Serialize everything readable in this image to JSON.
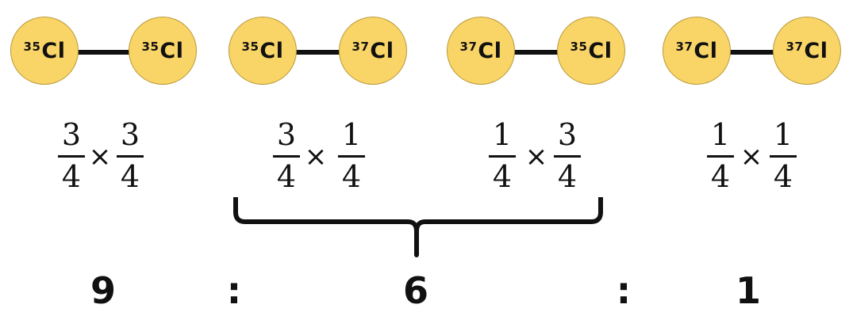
{
  "molecules": [
    {
      "left": {
        "mass": "35",
        "symbol": "Cl"
      },
      "right": {
        "mass": "35",
        "symbol": "Cl"
      }
    },
    {
      "left": {
        "mass": "35",
        "symbol": "Cl"
      },
      "right": {
        "mass": "37",
        "symbol": "Cl"
      }
    },
    {
      "left": {
        "mass": "37",
        "symbol": "Cl"
      },
      "right": {
        "mass": "35",
        "symbol": "Cl"
      }
    },
    {
      "left": {
        "mass": "37",
        "symbol": "Cl"
      },
      "right": {
        "mass": "37",
        "symbol": "Cl"
      }
    }
  ],
  "products": [
    {
      "a": {
        "num": "3",
        "den": "4"
      },
      "op": "×",
      "b": {
        "num": "3",
        "den": "4"
      }
    },
    {
      "a": {
        "num": "3",
        "den": "4"
      },
      "op": "×",
      "b": {
        "num": "1",
        "den": "4"
      }
    },
    {
      "a": {
        "num": "1",
        "den": "4"
      },
      "op": "×",
      "b": {
        "num": "3",
        "den": "4"
      }
    },
    {
      "a": {
        "num": "1",
        "den": "4"
      },
      "op": "×",
      "b": {
        "num": "1",
        "den": "4"
      }
    }
  ],
  "ratio": {
    "first": "9",
    "sep1": ":",
    "middle": "6",
    "sep2": ":",
    "last": "1"
  },
  "colors": {
    "atom_fill": "#f9d466",
    "atom_stroke": "#b89a3a",
    "ink": "#111111"
  }
}
